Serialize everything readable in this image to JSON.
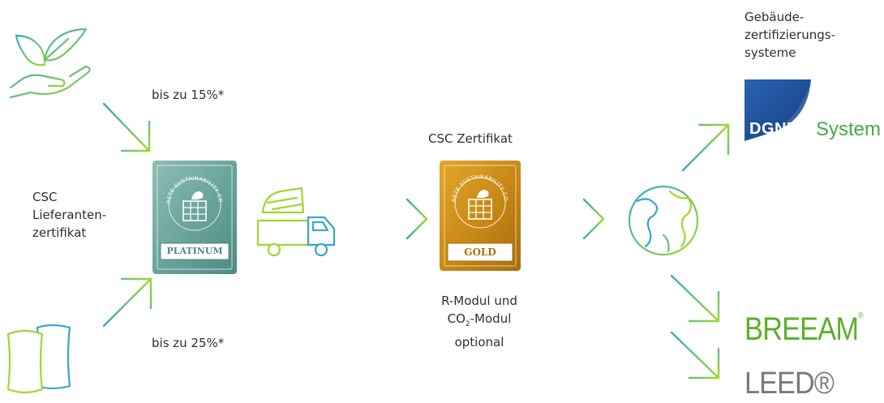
{
  "labels": {
    "upper_share": "bis zu 15%*",
    "lower_share": "bis zu 25%*",
    "supplier_cert_line1": "CSC",
    "supplier_cert_line2": "Lieferanten-",
    "supplier_cert_line3": "zertifikat",
    "csc_cert": "CSC Zertifikat",
    "modules_line1": "R-Modul und",
    "modules_co": "CO",
    "modules_sub": "2",
    "modules_suffix": "-Modul",
    "modules_line3": "optional",
    "building_line1": "Gebäude-",
    "building_line2": "zertifizierungs-",
    "building_line3": "systeme"
  },
  "badges": {
    "platinum": {
      "label": "PLATINUM",
      "arc_text": "CONCRETE SUSTAINABILITY COUNCIL"
    },
    "gold": {
      "label": "GOLD",
      "arc_text": "CONCRETE SUSTAINABILITY COUNCIL"
    }
  },
  "logos": {
    "dgnb_word": "DGNB",
    "dgnb_system": "System",
    "breeam": "BREEAM",
    "breeam_mark": "®",
    "leed": "LEED®"
  },
  "icons": [
    "plant-hand-icon",
    "pillows-icon",
    "concrete-mixer-truck-icon",
    "globe-icon"
  ],
  "colors": {
    "gradient_start": "#3aa6c9",
    "gradient_end": "#9ed82f",
    "platinum_badge": "#5f9a92",
    "gold_badge": "#c98a17",
    "dgnb_blue": "#1f4f9c",
    "dgnb_green": "#49a942",
    "breeam_green": "#5cb02a",
    "leed_gray": "#7a7a7a"
  }
}
